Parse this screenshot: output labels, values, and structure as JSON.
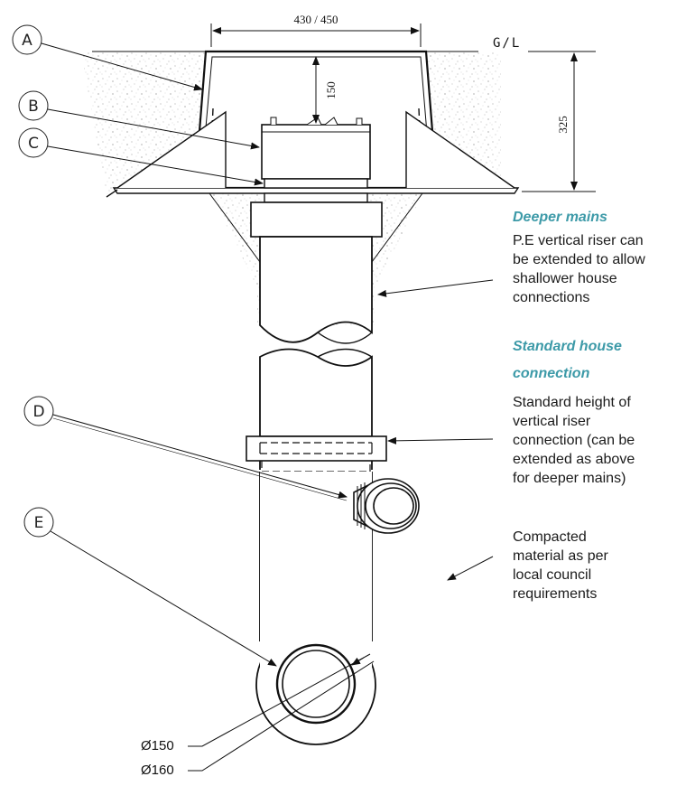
{
  "dimensions": {
    "width_label": "430 / 450",
    "depth_label": "150",
    "height_label": "325",
    "ground_label": "G/L"
  },
  "balloons": [
    "A",
    "B",
    "C",
    "D",
    "E"
  ],
  "notes": {
    "deeper_mains": {
      "heading": "Deeper mains",
      "body": [
        "P.E vertical riser can",
        "be extended to allow",
        "shallower house",
        "connections"
      ]
    },
    "standard_connection": {
      "heading_line1": "Standard house",
      "heading_line2": "connection",
      "body": [
        "Standard height of",
        "vertical riser",
        "connection (can be",
        "extended as above",
        "for deeper mains)"
      ]
    },
    "compacted": {
      "body": [
        "Compacted",
        "material as per",
        "local council",
        "requirements"
      ]
    }
  },
  "diameters": {
    "inner": "Ø150",
    "outer": "Ø160"
  },
  "colors": {
    "heading": "#3d9aa8",
    "line": "#111111",
    "soil": "#9a9a9a"
  }
}
